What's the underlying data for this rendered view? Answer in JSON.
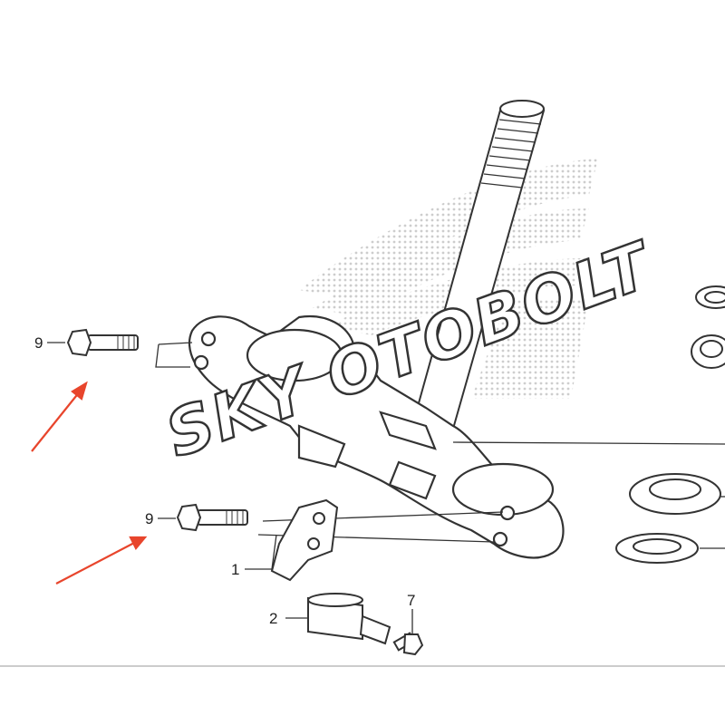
{
  "callouts": [
    {
      "id": "9a",
      "number": "9"
    },
    {
      "id": "9b",
      "number": "9"
    },
    {
      "id": "1",
      "number": "1"
    },
    {
      "id": "2",
      "number": "2"
    },
    {
      "id": "7",
      "number": "7"
    }
  ],
  "watermark": {
    "text": "SKY OTOBOLT"
  },
  "colors": {
    "line": "#333333",
    "arrow": "#e8452c",
    "logo_dots": "#c8c8c8",
    "background": "#ffffff"
  }
}
